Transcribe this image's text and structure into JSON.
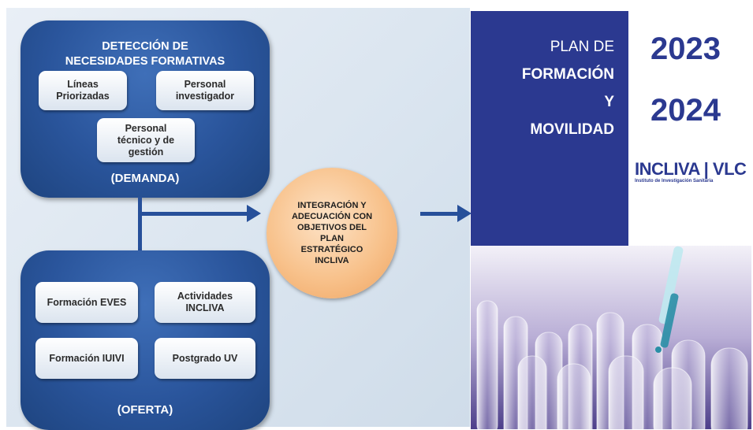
{
  "demand": {
    "title_line1": "DETECCIÓN DE",
    "title_line2": "NECESIDADES FORMATIVAS",
    "items": [
      "Líneas\nPriorizadas",
      "Personal\ninvestigador",
      "Personal\ntécnico y de\ngestión"
    ],
    "footer": "(DEMANDA)"
  },
  "offer": {
    "items": [
      "Formación EVES",
      "Actividades\nINCLIVA",
      "Formación IUIVI",
      "Postgrado UV"
    ],
    "footer": "(OFERTA)"
  },
  "integration": {
    "text": "INTEGRACIÓN Y\nADECUACIÓN CON\nOBJETIVOS DEL\nPLAN\nESTRATÉGICO\nINCLIVA"
  },
  "plan": {
    "line1": "PLAN DE",
    "line2": "FORMACIÓN",
    "line3": "Y",
    "line4": "MOVILIDAD"
  },
  "years": [
    "2023",
    "2024"
  ],
  "logo": {
    "text": "INCLIVA | VLC",
    "subtitle": "Instituto de Investigación Sanitaria"
  },
  "colors": {
    "box_blue": "#2a559c",
    "arrow_blue": "#27509a",
    "plan_blue": "#2b3990",
    "circle_orange": "#f8c28c"
  }
}
